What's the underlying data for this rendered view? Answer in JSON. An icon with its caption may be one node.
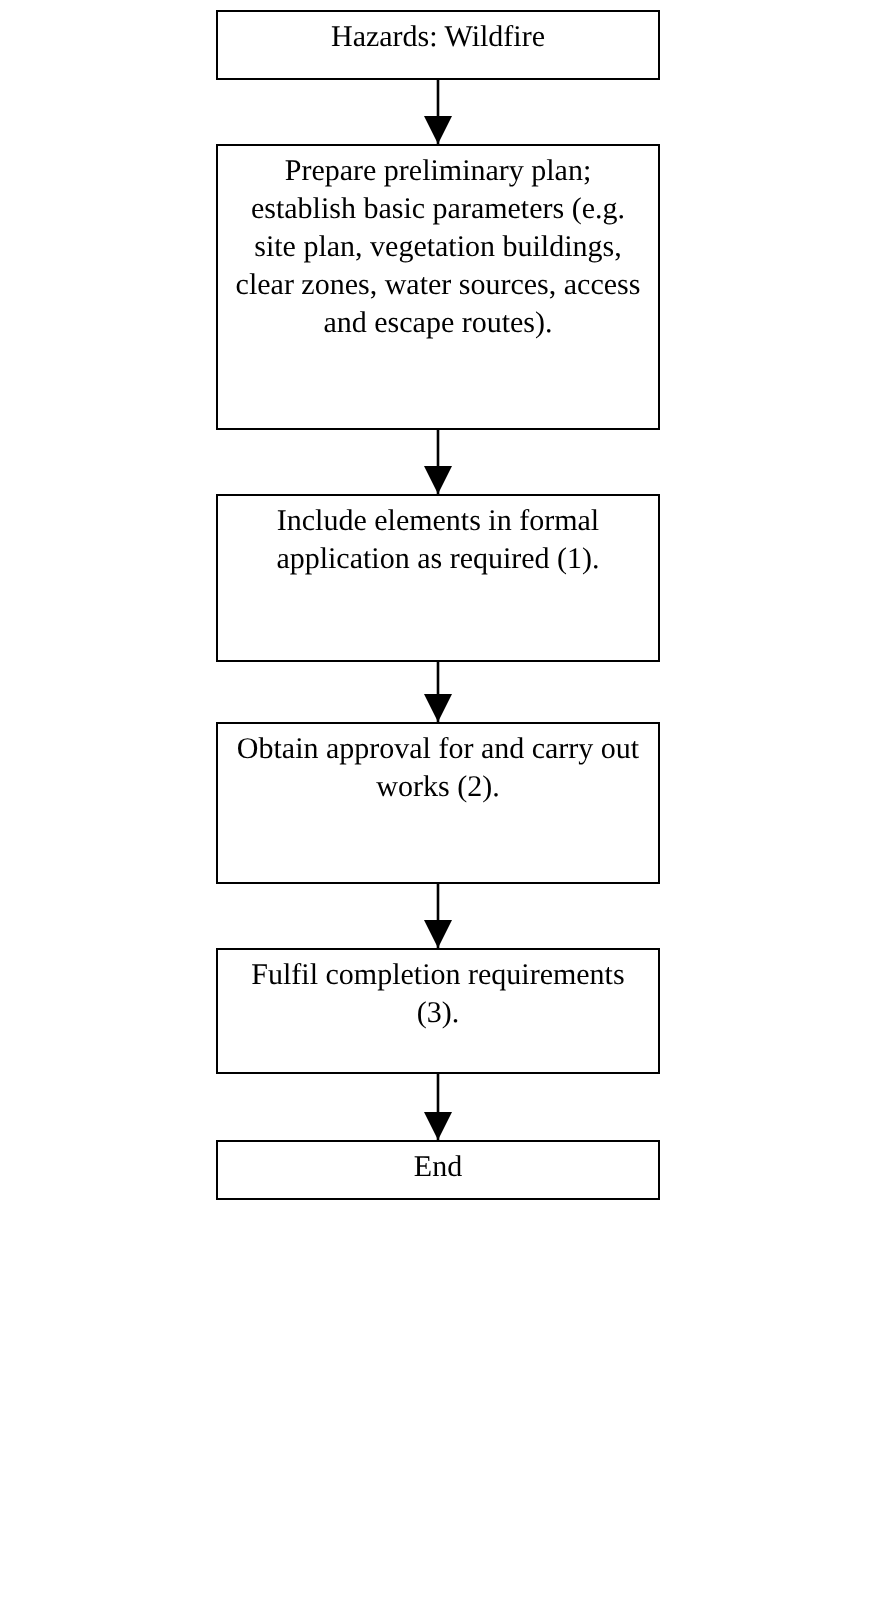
{
  "diagram": {
    "nodes": [
      {
        "text": [
          "Hazards: Wildfire"
        ]
      },
      {
        "text": [
          "Prepare preliminary plan; establish basic parameters (e.g. site plan, vegetation buildings, clear zones, water sources, access and escape routes)."
        ]
      },
      {
        "text": [
          "Include elements in formal application as required (1)."
        ]
      },
      {
        "text": [
          "Obtain approval for and carry out works (2)."
        ]
      },
      {
        "text": [
          "Fulfil completion requirements (3)."
        ]
      },
      {
        "text": [
          "End"
        ]
      }
    ],
    "edges": [
      {
        "from": 0,
        "to": 1,
        "arrow": "to"
      },
      {
        "from": 1,
        "to": 2,
        "arrow": "to"
      },
      {
        "from": 2,
        "to": 3,
        "arrow": "to"
      },
      {
        "from": 3,
        "to": 4,
        "arrow": "to"
      },
      {
        "from": 4,
        "to": 5,
        "arrow": "to"
      }
    ]
  }
}
